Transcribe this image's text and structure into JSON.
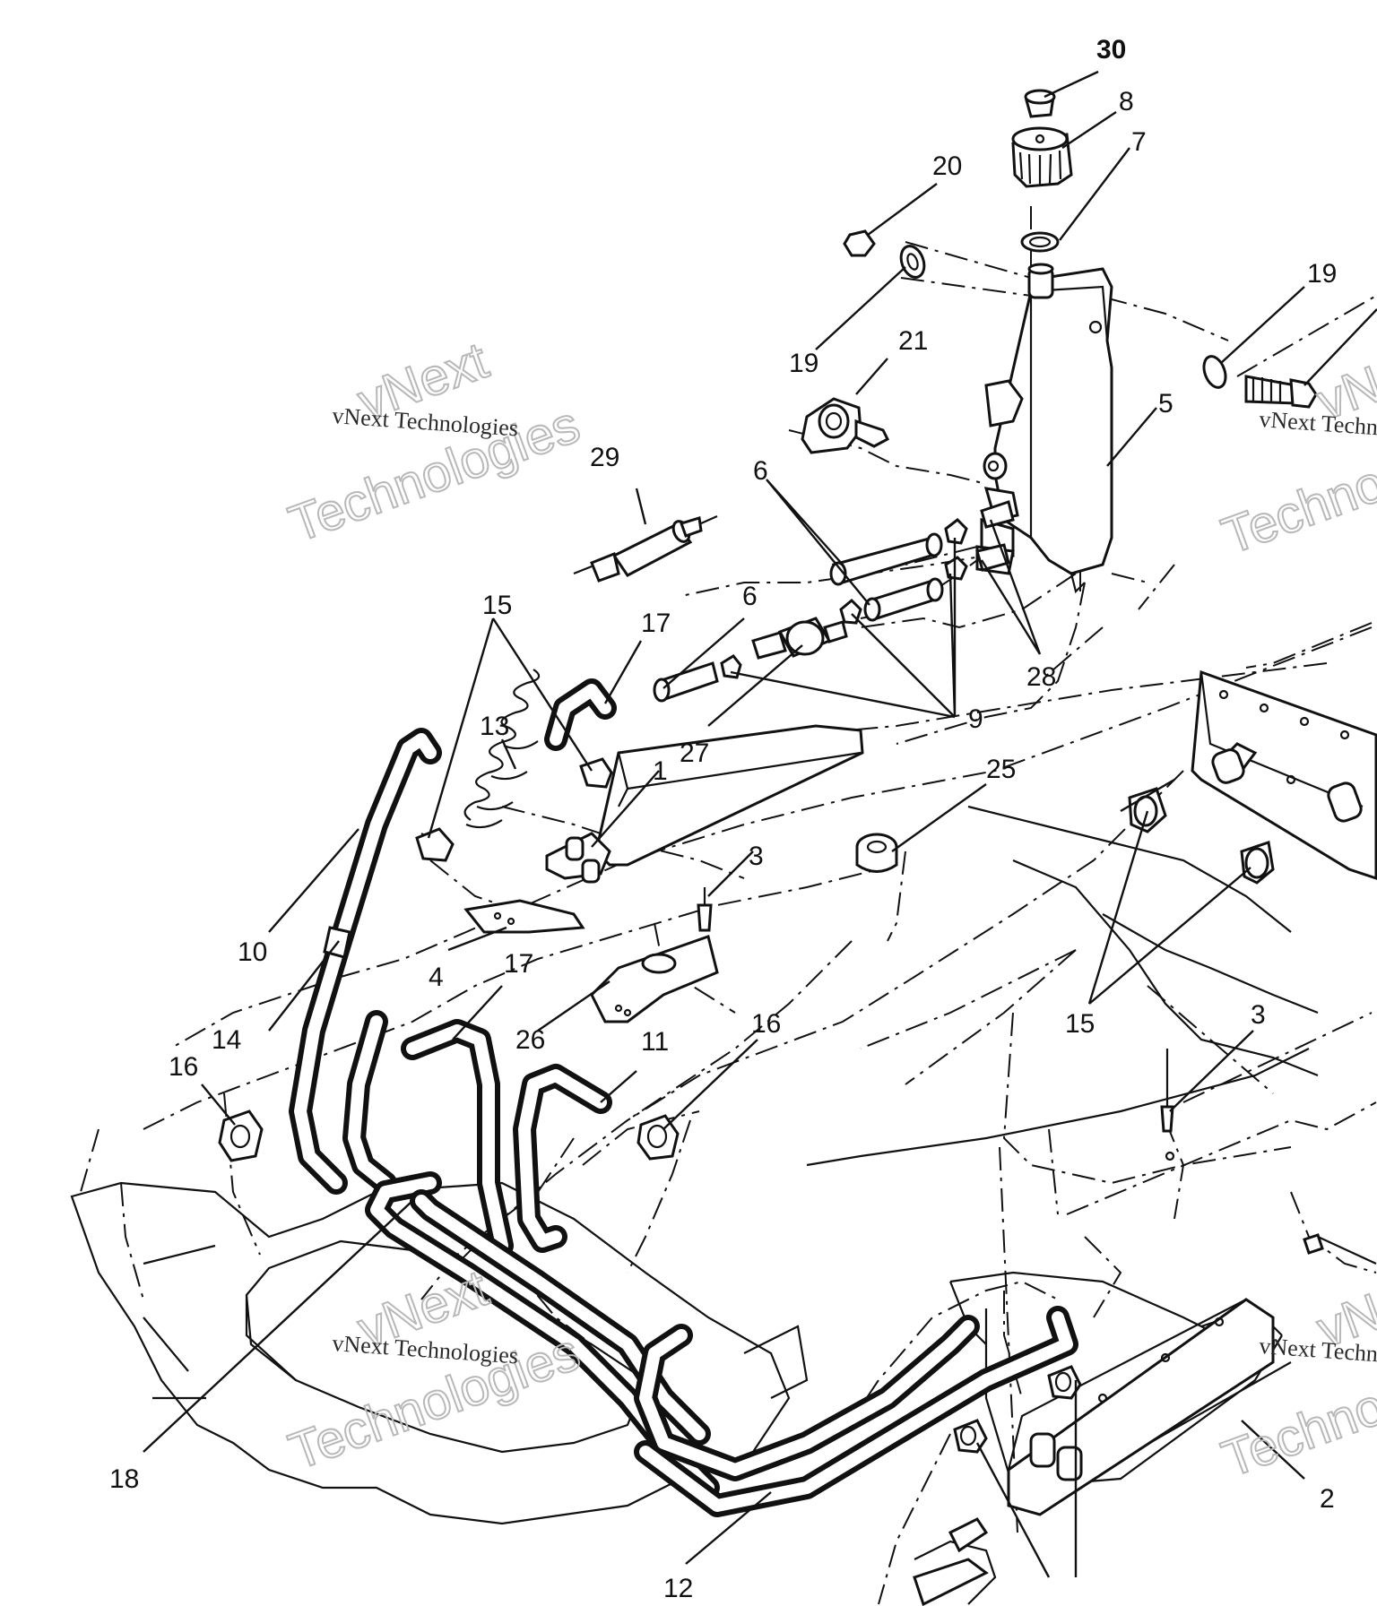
{
  "callouts": [
    {
      "id": "c30",
      "text": "30"
    },
    {
      "id": "c8",
      "text": "8"
    },
    {
      "id": "c7",
      "text": "7"
    },
    {
      "id": "c20",
      "text": "20"
    },
    {
      "id": "c19a",
      "text": "19"
    },
    {
      "id": "c19b",
      "text": "19"
    },
    {
      "id": "c21",
      "text": "21"
    },
    {
      "id": "c5",
      "text": "5"
    },
    {
      "id": "c29",
      "text": "29"
    },
    {
      "id": "c6a",
      "text": "6"
    },
    {
      "id": "c6b",
      "text": "6"
    },
    {
      "id": "c28",
      "text": "28"
    },
    {
      "id": "c9",
      "text": "9"
    },
    {
      "id": "c27",
      "text": "27"
    },
    {
      "id": "c15a",
      "text": "15"
    },
    {
      "id": "c17a",
      "text": "17"
    },
    {
      "id": "c13",
      "text": "13"
    },
    {
      "id": "c1",
      "text": "1"
    },
    {
      "id": "c25",
      "text": "25"
    },
    {
      "id": "c3a",
      "text": "3"
    },
    {
      "id": "c10",
      "text": "10"
    },
    {
      "id": "c4",
      "text": "4"
    },
    {
      "id": "c17b",
      "text": "17"
    },
    {
      "id": "c14",
      "text": "14"
    },
    {
      "id": "c26",
      "text": "26"
    },
    {
      "id": "c11",
      "text": "11"
    },
    {
      "id": "c16a",
      "text": "16"
    },
    {
      "id": "c16b",
      "text": "16"
    },
    {
      "id": "c15b",
      "text": "15"
    },
    {
      "id": "c3b",
      "text": "3"
    },
    {
      "id": "c18",
      "text": "18"
    },
    {
      "id": "c12",
      "text": "12"
    },
    {
      "id": "c2",
      "text": "2"
    }
  ],
  "watermarks": {
    "small_text": "vNext Technologies",
    "big_line1": "vNext",
    "big_line2": "Technologies"
  }
}
